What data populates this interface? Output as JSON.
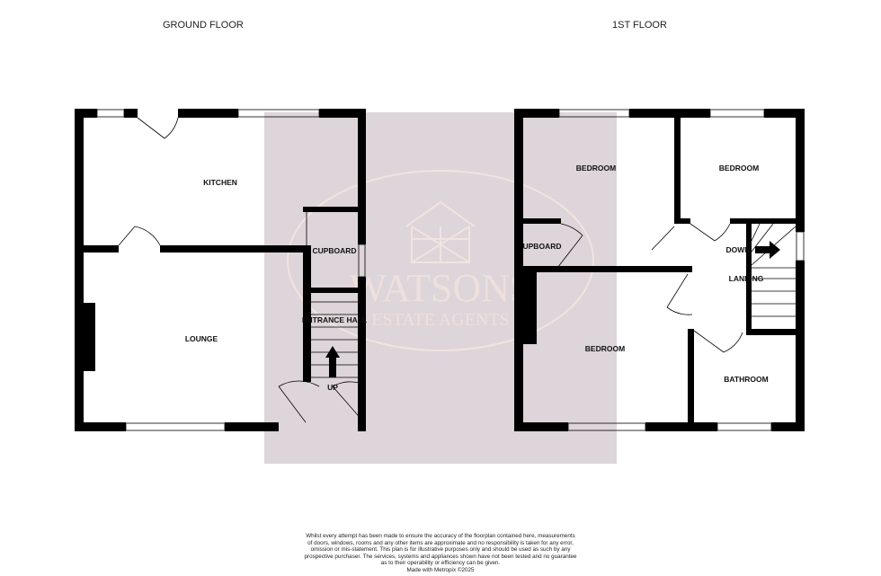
{
  "floors": [
    {
      "title": "GROUND FLOOR",
      "rooms": [
        "KITCHEN",
        "LOUNGE",
        "CUPBOARD",
        "ENTRANCE HALL"
      ],
      "stair_label": "UP"
    },
    {
      "title": "1ST FLOOR",
      "rooms": [
        "BEDROOM",
        "BEDROOM",
        "UPBOARD",
        "BEDROOM",
        "LANDING",
        "BATHROOM"
      ],
      "stair_label": "DOWN"
    }
  ],
  "watermark": {
    "line1": "WATSONS",
    "line2": "ESTATE AGENTS",
    "color": "#ddd5da"
  },
  "disclaimer": {
    "lines": [
      "Whilst every attempt has been made to ensure the accuracy of the floorplan contained here, measurements",
      "of doors, windows, rooms and any other items are approximate and no responsibility is taken for any error,",
      "omission or mis-statement. This plan is for illustrative purposes only and should be used as such by any",
      "prospective purchaser. The services, systems and appliances shown have not been tested and no guarantee",
      "as to their operability or efficiency can be given."
    ],
    "credit": "Made with Metropix ©2025"
  }
}
